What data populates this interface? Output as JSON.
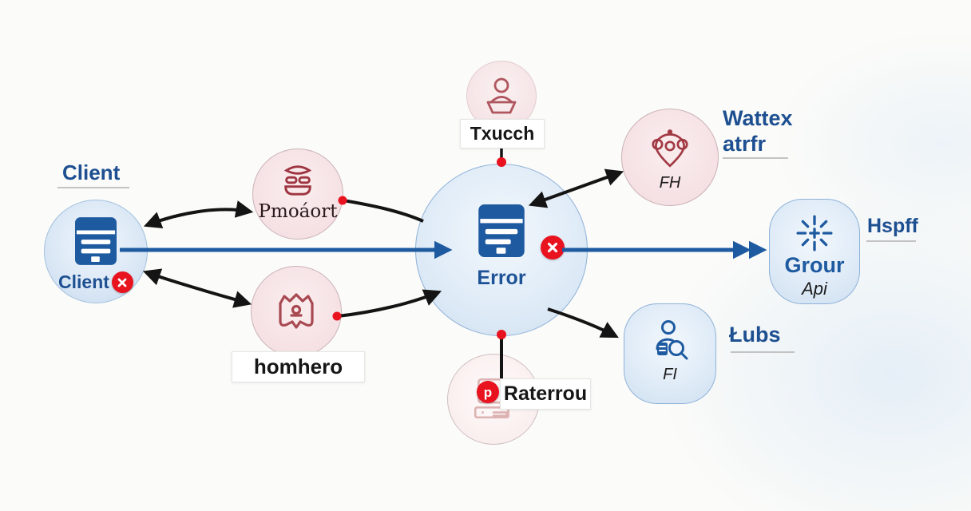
{
  "heading": {
    "client": "Client"
  },
  "nodes": {
    "client": {
      "label": "Client"
    },
    "pmoaort": {
      "label": "Pmoáort"
    },
    "homhero": {
      "label": "homhero"
    },
    "error": {
      "label": "Error"
    },
    "txucch": {
      "label": "Txucch"
    },
    "fh": {
      "label": "FH"
    },
    "grour": {
      "label": "Grour",
      "sublabel": "Api"
    },
    "fi": {
      "label": "FI"
    },
    "raterrou": {
      "label": "Raterrou",
      "badge": "p"
    }
  },
  "captions": {
    "wattex_line1": "Wattex",
    "wattex_line2": "atrfr",
    "hspff": "Hspff",
    "lubs": "Łubs"
  },
  "icons": {
    "client": "server-icon",
    "error": "server-icon",
    "pmoaort": "burger-icon",
    "homhero": "crown-icon",
    "txucch": "person-podium-icon",
    "fh": "ornate-pin-icon",
    "grour": "starburst-icon",
    "fi": "person-search-icon",
    "raterrou": "computer-icon",
    "client_badge": "error-x-icon",
    "error_badge": "error-x-icon"
  },
  "colors": {
    "text_blue": "#1d4f91",
    "accent_blue": "#1e5aa0",
    "error_red": "#e8131f",
    "dark_red_icon": "#a23a44",
    "arrow_black": "#141414",
    "node_pink": "#f3dbde",
    "node_blue": "#dce9f7"
  }
}
